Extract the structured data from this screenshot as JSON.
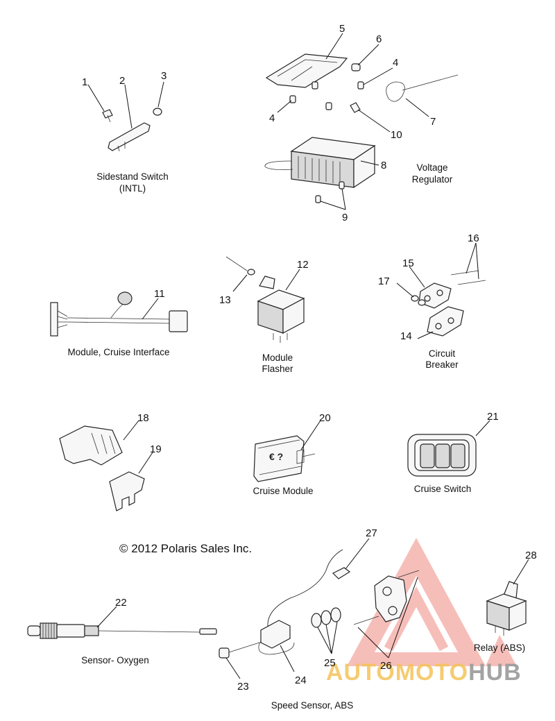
{
  "copyright": "© 2012 Polaris Sales Inc.",
  "captions": {
    "sidestand_1": "Sidestand Switch",
    "sidestand_2": "(INTL)",
    "voltage_1": "Voltage",
    "voltage_2": "Regulator",
    "cruise_interface": "Module, Cruise Interface",
    "flasher_1": "Module",
    "flasher_2": "Flasher",
    "breaker_1": "Circuit",
    "breaker_2": "Breaker",
    "cruise_module": "Cruise Module",
    "cruise_switch": "Cruise Switch",
    "oxygen": "Sensor- Oxygen",
    "relay": "Relay (ABS)",
    "speed_sensor": "Speed Sensor, ABS"
  },
  "callouts": [
    "1",
    "2",
    "3",
    "4",
    "4",
    "5",
    "6",
    "7",
    "8",
    "9",
    "10",
    "11",
    "12",
    "13",
    "14",
    "15",
    "16",
    "17",
    "18",
    "19",
    "20",
    "21",
    "22",
    "23",
    "24",
    "25",
    "26",
    "27",
    "28"
  ],
  "watermark": {
    "part1": "AUTOMOTO",
    "part2": "HUB",
    "color_orange": "#f5a623",
    "color_red": "#e8423c",
    "color_gray": "#8c8c8c"
  }
}
